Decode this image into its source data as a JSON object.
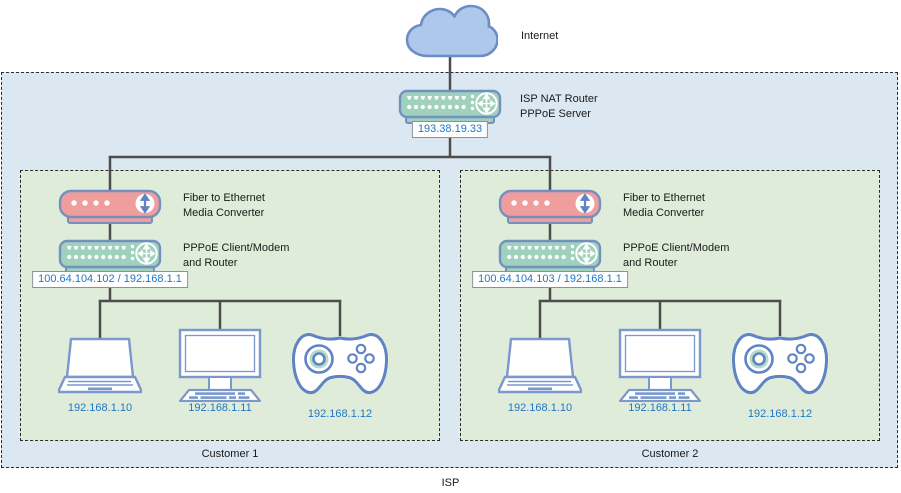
{
  "labels": {
    "internet": "Internet",
    "isp": "ISP"
  },
  "isp_router": {
    "label_line1": "ISP NAT Router",
    "label_line2": "PPPoE Server",
    "ip": "193.38.19.33"
  },
  "customers": [
    {
      "name": "Customer 1",
      "converter_label_line1": "Fiber to Ethernet",
      "converter_label_line2": "Media Converter",
      "router_label_line1": "PPPoE Client/Modem",
      "router_label_line2": "and Router",
      "router_ip": "100.64.104.102 / 192.168.1.1",
      "devices": [
        {
          "icon": "laptop-icon",
          "ip": "192.168.1.10"
        },
        {
          "icon": "desktop-monitor-icon",
          "ip": "192.168.1.11"
        },
        {
          "icon": "game-controller-icon",
          "ip": "192.168.1.12"
        }
      ]
    },
    {
      "name": "Customer 2",
      "converter_label_line1": "Fiber to Ethernet",
      "converter_label_line2": "Media Converter",
      "router_label_line1": "PPPoE Client/Modem",
      "router_label_line2": "and Router",
      "router_ip": "100.64.104.103 / 192.168.1.1",
      "devices": [
        {
          "icon": "laptop-icon",
          "ip": "192.168.1.10"
        },
        {
          "icon": "desktop-monitor-icon",
          "ip": "192.168.1.11"
        },
        {
          "icon": "game-controller-icon",
          "ip": "192.168.1.12"
        }
      ]
    }
  ],
  "colors": {
    "isp_zone_fill": "#dce8f1",
    "customer_zone_fill": "#dfecd9",
    "cloud_fill": "#aec8ec",
    "router_fill": "#9fd1bd",
    "converter_fill": "#f09d9d",
    "outline_blue": "#7390c0",
    "device_outline": "#7b98ce",
    "gamepad_outline": "#5f83c5",
    "connector_gray": "#4d4d4d",
    "ip_text_blue": "#2176c5"
  }
}
